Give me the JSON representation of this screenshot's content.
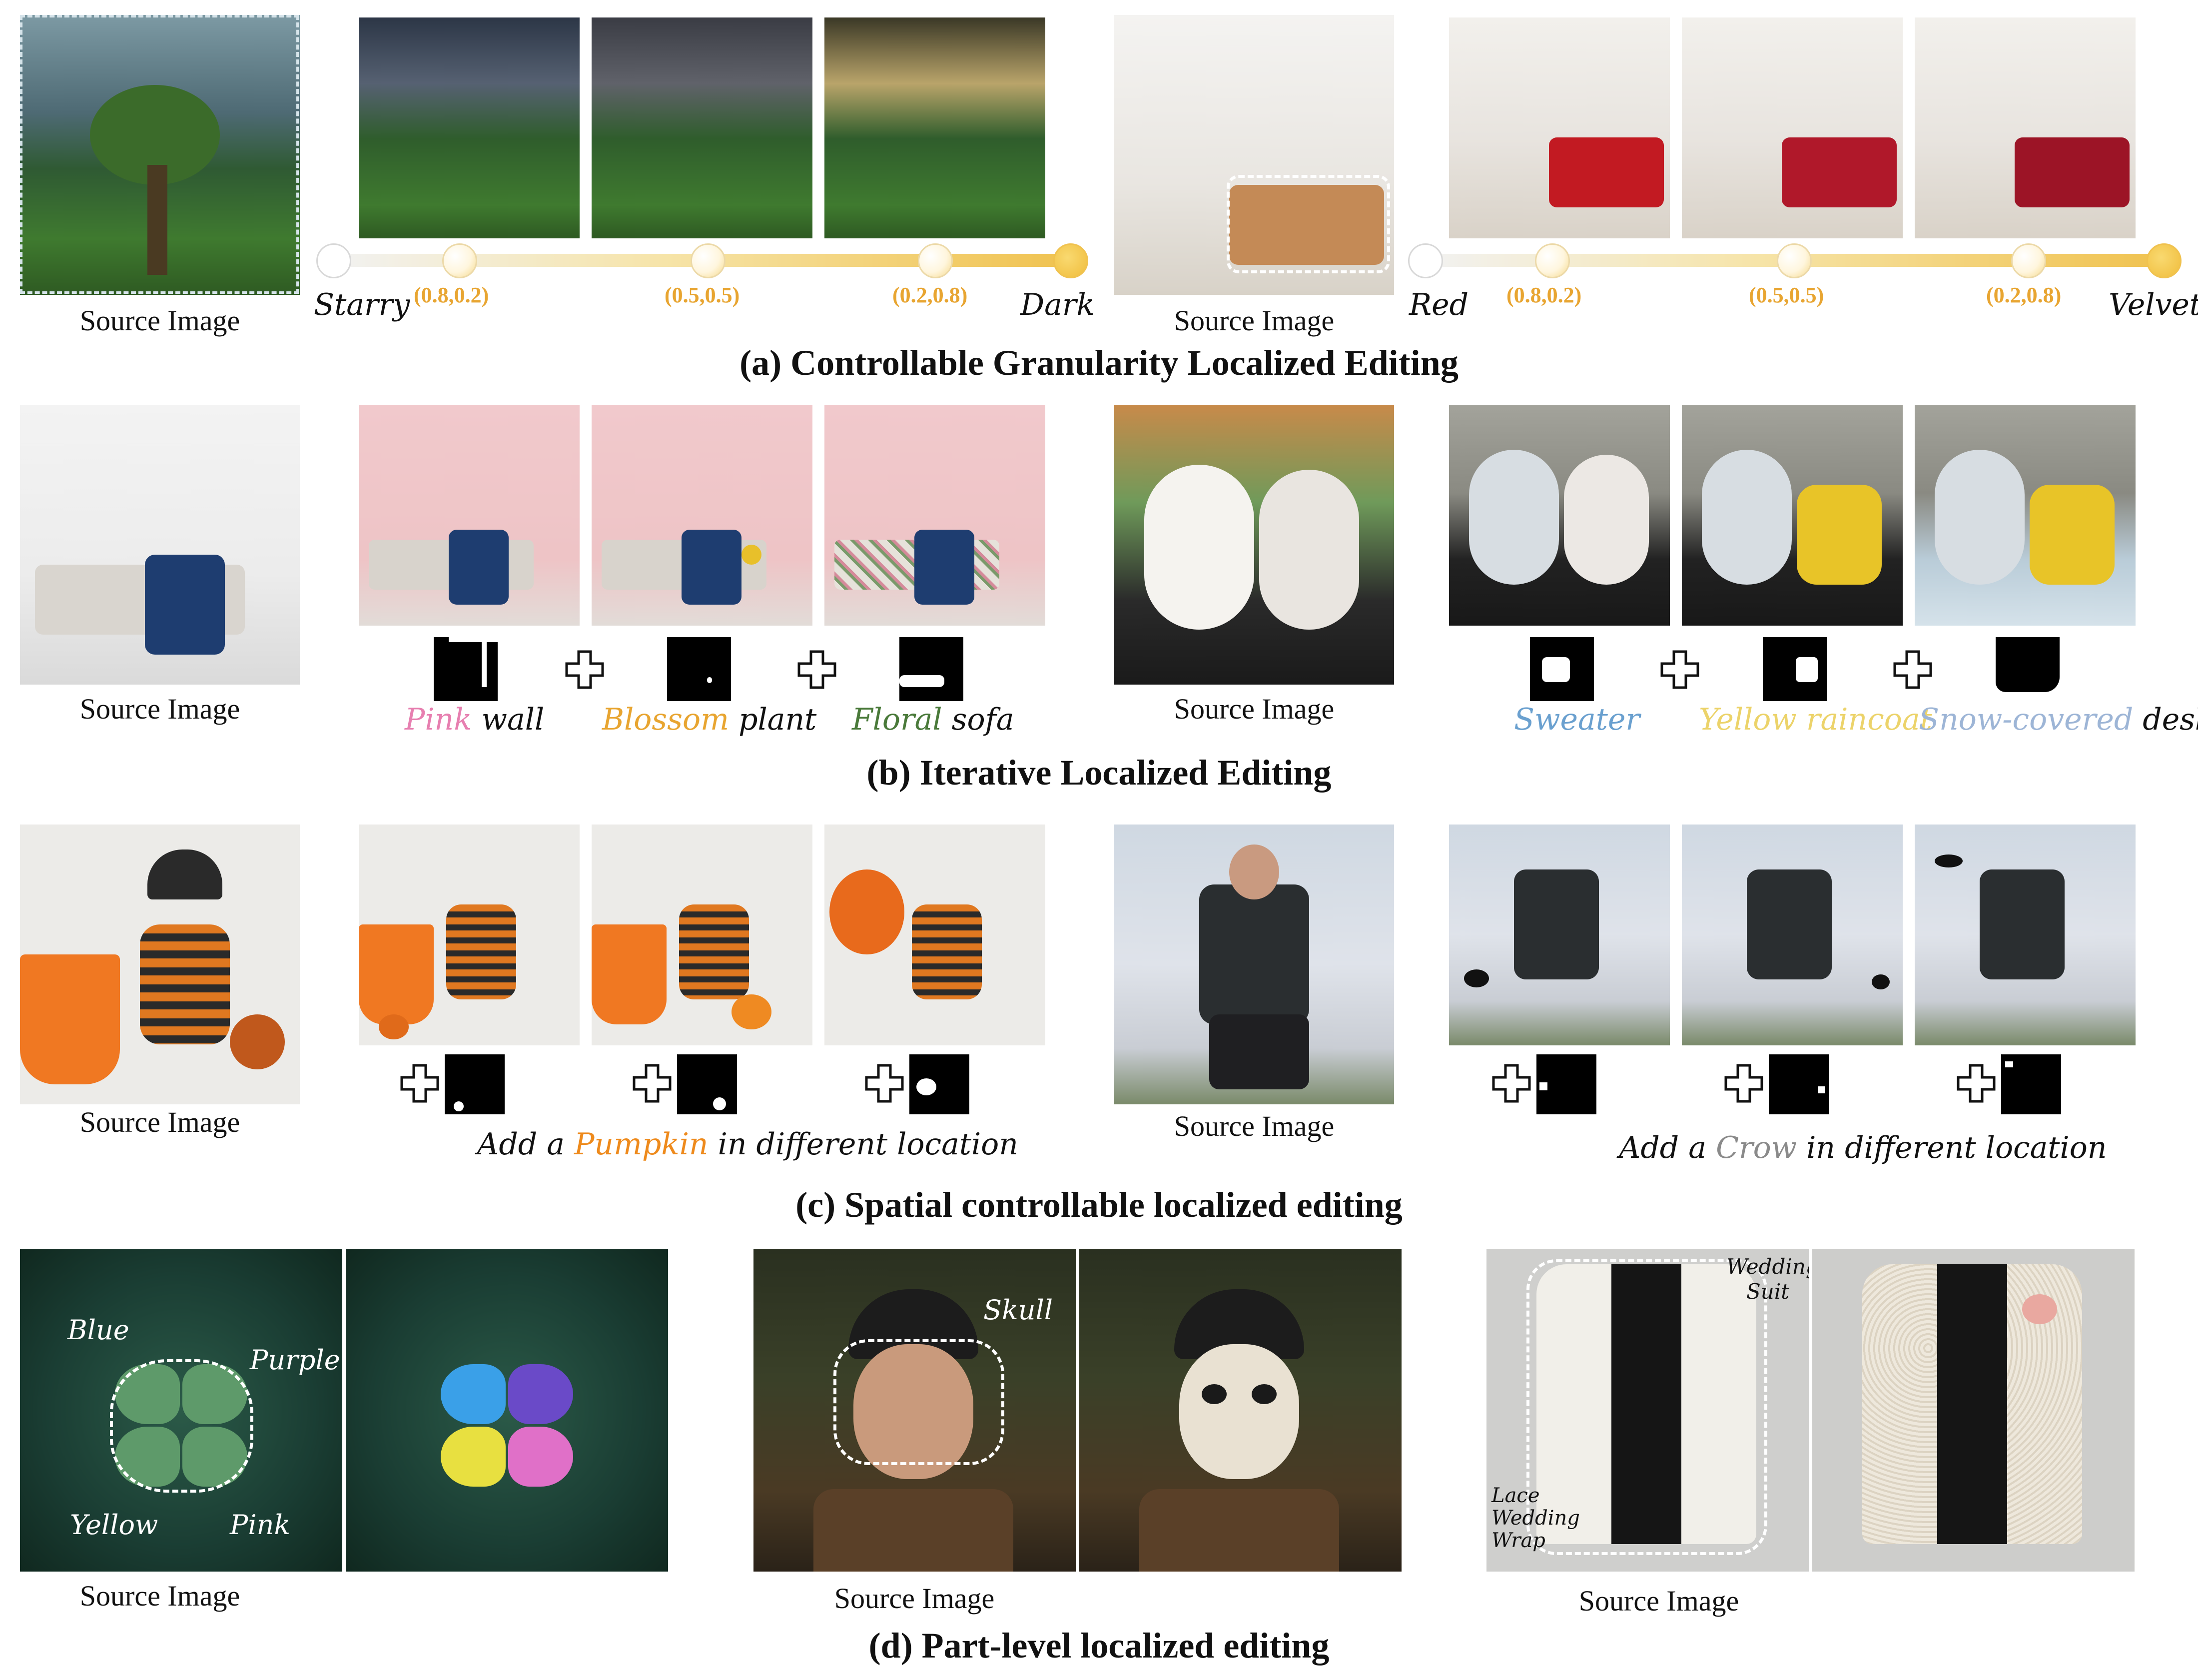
{
  "figure": {
    "a": {
      "title": "(a) Controllable Granularity Localized Editing",
      "source_caption_1": "Source Image",
      "source_caption_2": "Source Image",
      "slider1": {
        "left": "Starry",
        "right": "Dark",
        "values": [
          "(0.8,0.2)",
          "(0.5,0.5)",
          "(0.2,0.8)"
        ]
      },
      "slider2": {
        "left": "Red",
        "right": "Velvet",
        "values": [
          "(0.8,0.2)",
          "(0.5,0.5)",
          "(0.2,0.8)"
        ]
      }
    },
    "b": {
      "title": "(b) Iterative Localized Editing",
      "source_caption_1": "Source Image",
      "source_caption_2": "Source Image",
      "prompts1": [
        {
          "color_word": "Pink",
          "color": "#e77fb0",
          "rest": " wall"
        },
        {
          "color_word": "Blossom",
          "color": "#e8a531",
          "rest": " plant"
        },
        {
          "color_word": "Floral",
          "color": "#4a7a3a",
          "rest": " sofa"
        }
      ],
      "prompts2": [
        {
          "color_word": "Sweater",
          "color": "#6aa0cf",
          "rest": ""
        },
        {
          "color_word": "Yellow raincoat",
          "color": "#ecd36a",
          "rest": ""
        },
        {
          "color_word": "Snow-covered",
          "color": "#9db5d6",
          "rest": " desk"
        }
      ]
    },
    "c": {
      "title": "(c) Spatial controllable localized editing",
      "source_caption_1": "Source Image",
      "source_caption_2": "Source Image",
      "prompt1": {
        "pre": "Add a ",
        "word": "Pumpkin",
        "color": "#ee8a1c",
        "post": " in different location"
      },
      "prompt2": {
        "pre": "Add a ",
        "word": "Crow",
        "color": "#8a8a8a",
        "post": " in different location"
      }
    },
    "d": {
      "title": "(d) Part-level localized editing",
      "source_caption_1": "Source Image",
      "source_caption_2": "Source Image",
      "source_caption_3": "Source Image",
      "clover_labels": [
        "Blue",
        "Purple",
        "Yellow",
        "Pink"
      ],
      "skull_label": "Skull",
      "suit_labels": [
        "Wedding",
        "Suit",
        "Lace",
        "Wedding",
        "Wrap"
      ]
    },
    "colors": {
      "slider_value": "#e8a531",
      "slider_end": "#f0c24f"
    }
  }
}
